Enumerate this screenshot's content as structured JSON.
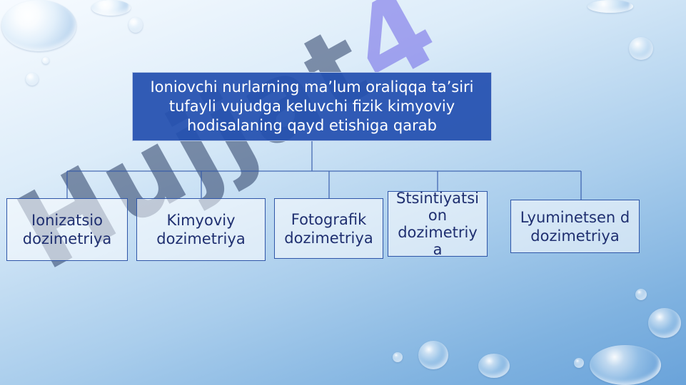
{
  "diagram": {
    "root": {
      "label": "Ioniovchi nurlarning ma’lum oraliqqa ta’siri tufayli vujudga keluvchi fizik kimyoviy hodisalaning qayd etishiga qarab"
    },
    "children": [
      {
        "label": "Ionizatsio dozimetriya"
      },
      {
        "label": "Kimyoviy dozimetriya"
      },
      {
        "label": "Fotografik dozimetriya"
      },
      {
        "label": "Stsintiyatsi on dozimetriy a"
      },
      {
        "label": "Lyuminetsen d dozimetriya"
      }
    ]
  },
  "watermark": {
    "text": "Hujjat",
    "tail": "4"
  },
  "colors": {
    "root_fill": "#2350af",
    "child_border": "#2f56a8",
    "connector": "#2f56a8"
  }
}
